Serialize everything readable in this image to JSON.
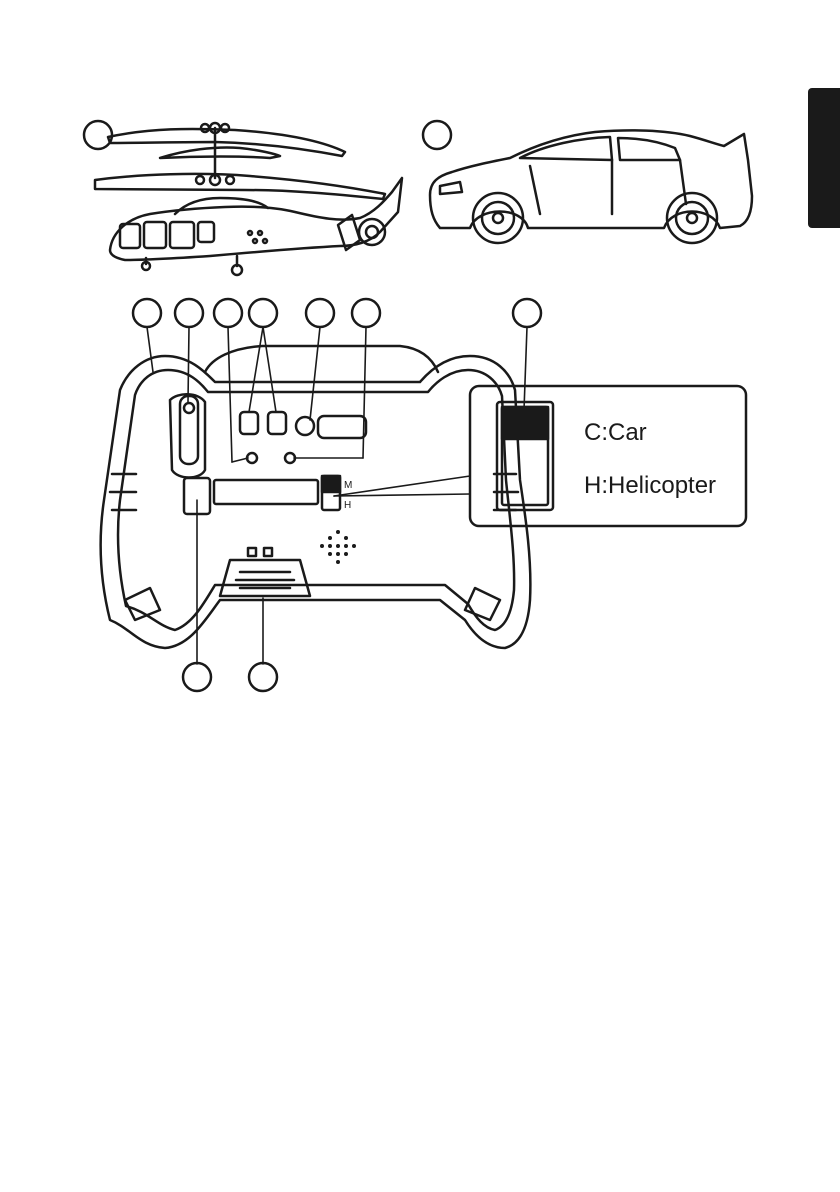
{
  "mode_switch": {
    "letter_m": "M",
    "letter_h": "H"
  },
  "legend": {
    "car_label": "C:Car",
    "helicopter_label": "H:Helicopter"
  }
}
